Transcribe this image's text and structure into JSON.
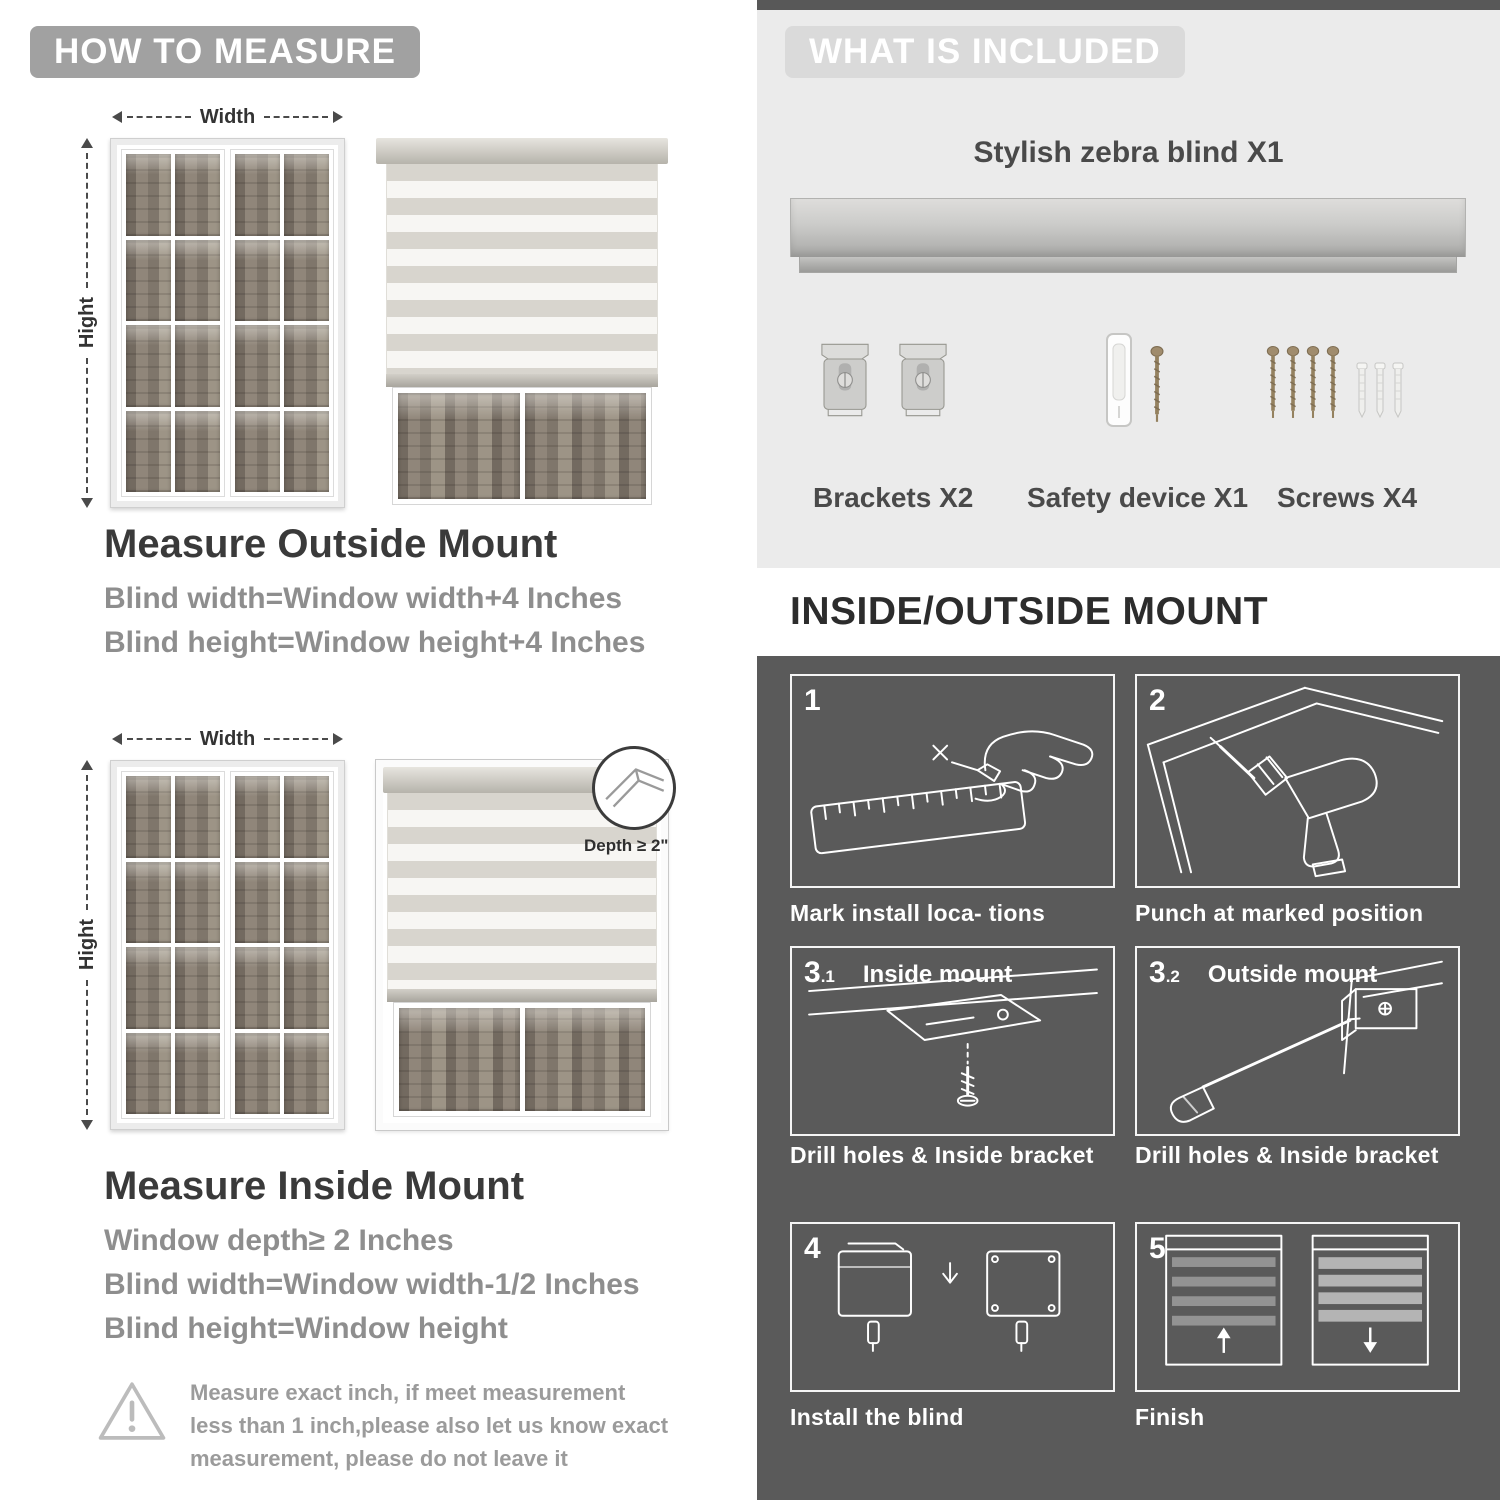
{
  "colors": {
    "measure_pill": "#a1a1a1",
    "included_bg": "#ebebeb",
    "dark_section_bg": "#5a5a5a",
    "heading_dark": "#2c2c2c",
    "body_gray": "#8e8e8e"
  },
  "left": {
    "header": "HOW TO MEASURE",
    "outside_mount": {
      "width_label": "Width",
      "height_label": "Hight",
      "title": "Measure Outside Mount",
      "lines": [
        "Blind width=Window width+4 Inches",
        "Blind height=Window height+4 Inches"
      ]
    },
    "inside_mount": {
      "width_label": "Width",
      "height_label": "Hight",
      "depth_label": "Depth ≥ 2\"",
      "title": "Measure Inside Mount",
      "lines": [
        "Window depth≥ 2 Inches",
        "Blind width=Window width-1/2 Inches",
        "Blind height=Window height"
      ]
    },
    "note": {
      "text": "Measure exact inch, if meet measurement less than 1 inch,please also let us know exact measurement, please do not leave it"
    }
  },
  "right": {
    "included": {
      "header": "WHAT IS INCLUDED",
      "blind_label": "Stylish zebra blind X1",
      "items": [
        {
          "name": "brackets",
          "label": "Brackets X2"
        },
        {
          "name": "safety-device",
          "label": "Safety device X1"
        },
        {
          "name": "screws",
          "label": "Screws X4"
        }
      ]
    },
    "mount": {
      "header": "INSIDE/OUTSIDE MOUNT",
      "steps": [
        {
          "num": "1",
          "caption": "Mark install loca- tions"
        },
        {
          "num": "2",
          "caption": "Punch at  marked position"
        },
        {
          "num": "3",
          "subnum": ".1",
          "label": "Inside mount",
          "caption": "Drill holes &  Inside bracket"
        },
        {
          "num": "3",
          "subnum": ".2",
          "label": "Outside mount",
          "caption": "Drill holes &  Inside bracket"
        },
        {
          "num": "4",
          "caption": "Install the blind"
        },
        {
          "num": "5",
          "caption": "Finish"
        }
      ]
    }
  }
}
